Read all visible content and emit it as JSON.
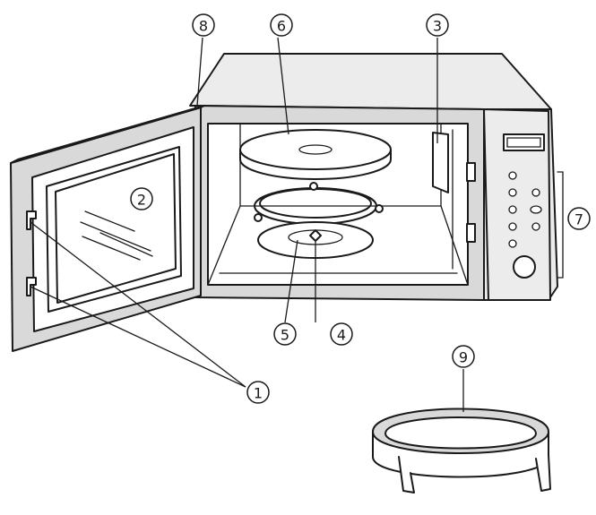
{
  "callouts": [
    {
      "id": "door-latch",
      "label": "1"
    },
    {
      "id": "door-window",
      "label": "2"
    },
    {
      "id": "waveguide-cover",
      "label": "3"
    },
    {
      "id": "turntable-shaft",
      "label": "4"
    },
    {
      "id": "roller-ring",
      "label": "5"
    },
    {
      "id": "glass-tray",
      "label": "6"
    },
    {
      "id": "control-panel",
      "label": "7"
    },
    {
      "id": "door-seal",
      "label": "8"
    },
    {
      "id": "metal-rack",
      "label": "9"
    }
  ],
  "colors": {
    "line": "#1a1a1a",
    "shade": "#d9d9d9",
    "background": "#ffffff"
  }
}
